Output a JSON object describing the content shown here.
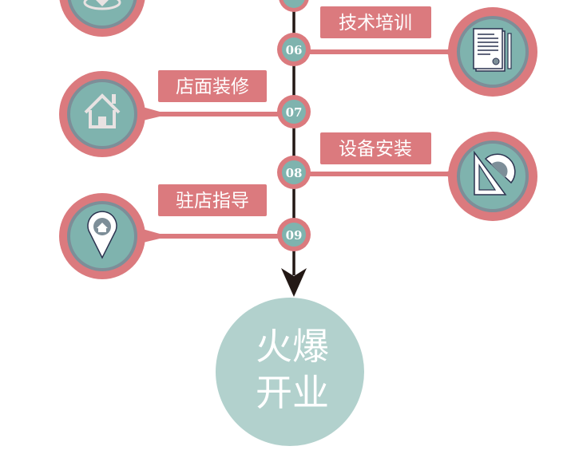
{
  "colors": {
    "pink": "#db7a7e",
    "teal": "#7fb3ae",
    "ring": "#7d8e98",
    "final": "#b2d1cd",
    "line": "#231815"
  },
  "steps": [
    {
      "num": "06",
      "label": "技术培训",
      "icon": "contract-document-icon"
    },
    {
      "num": "07",
      "label": "店面装修",
      "icon": "house-icon"
    },
    {
      "num": "08",
      "label": "设备安装",
      "icon": "ruler-protractor-icon"
    },
    {
      "num": "09",
      "label": "驻店指导",
      "icon": "location-pin-icon"
    }
  ],
  "final": {
    "line1": "火爆",
    "line2": "开业"
  }
}
